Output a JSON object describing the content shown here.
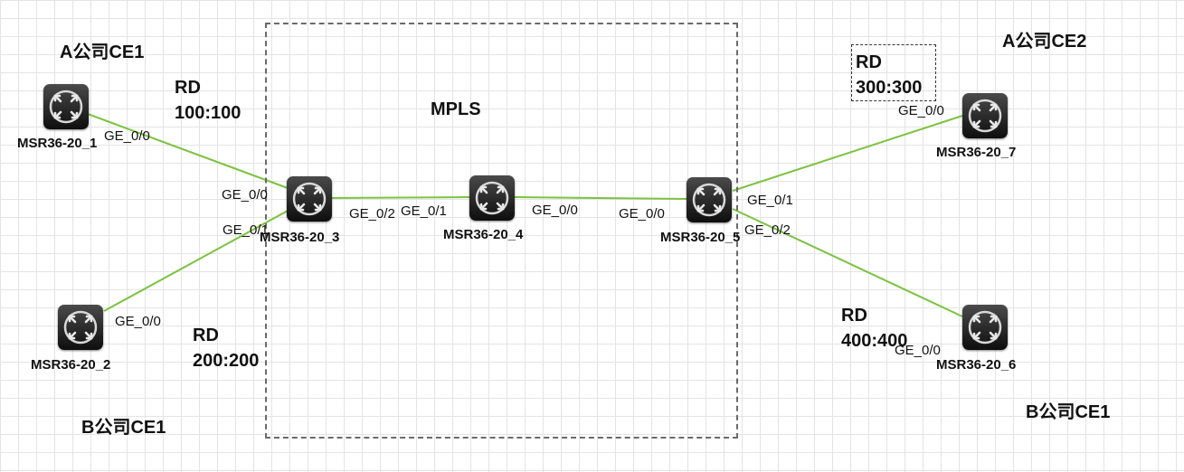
{
  "area_title": "MPLS",
  "sites": {
    "a_ce1": "A公司CE1",
    "b_ce1": "B公司CE1",
    "a_ce2": "A公司CE2",
    "b_ce1_right": "B公司CE1"
  },
  "routers": {
    "r1": "MSR36-20_1",
    "r2": "MSR36-20_2",
    "r3": "MSR36-20_3",
    "r4": "MSR36-20_4",
    "r5": "MSR36-20_5",
    "r6": "MSR36-20_6",
    "r7": "MSR36-20_7"
  },
  "route_distinguishers": {
    "rd1": {
      "label": "RD",
      "value": "100:100"
    },
    "rd2": {
      "label": "RD",
      "value": "200:200"
    },
    "rd3": {
      "label": "RD",
      "value": "300:300"
    },
    "rd4": {
      "label": "RD",
      "value": "400:400"
    }
  },
  "ports": {
    "r1_ge00": "GE_0/0",
    "r2_ge00": "GE_0/0",
    "r3_ge00": "GE_0/0",
    "r3_ge01": "GE_0/1",
    "r3_ge02": "GE_0/2",
    "r4_ge01": "GE_0/1",
    "r4_ge00": "GE_0/0",
    "r5_ge00": "GE_0/0",
    "r5_ge01": "GE_0/1",
    "r5_ge02": "GE_0/2",
    "r7_ge00": "GE_0/0",
    "r6_ge00": "GE_0/0"
  },
  "colors": {
    "link": "#7dc242",
    "router_body": "#1a1a1a",
    "grid": "#e4e4e4"
  },
  "icons": {
    "router": "router-icon"
  }
}
